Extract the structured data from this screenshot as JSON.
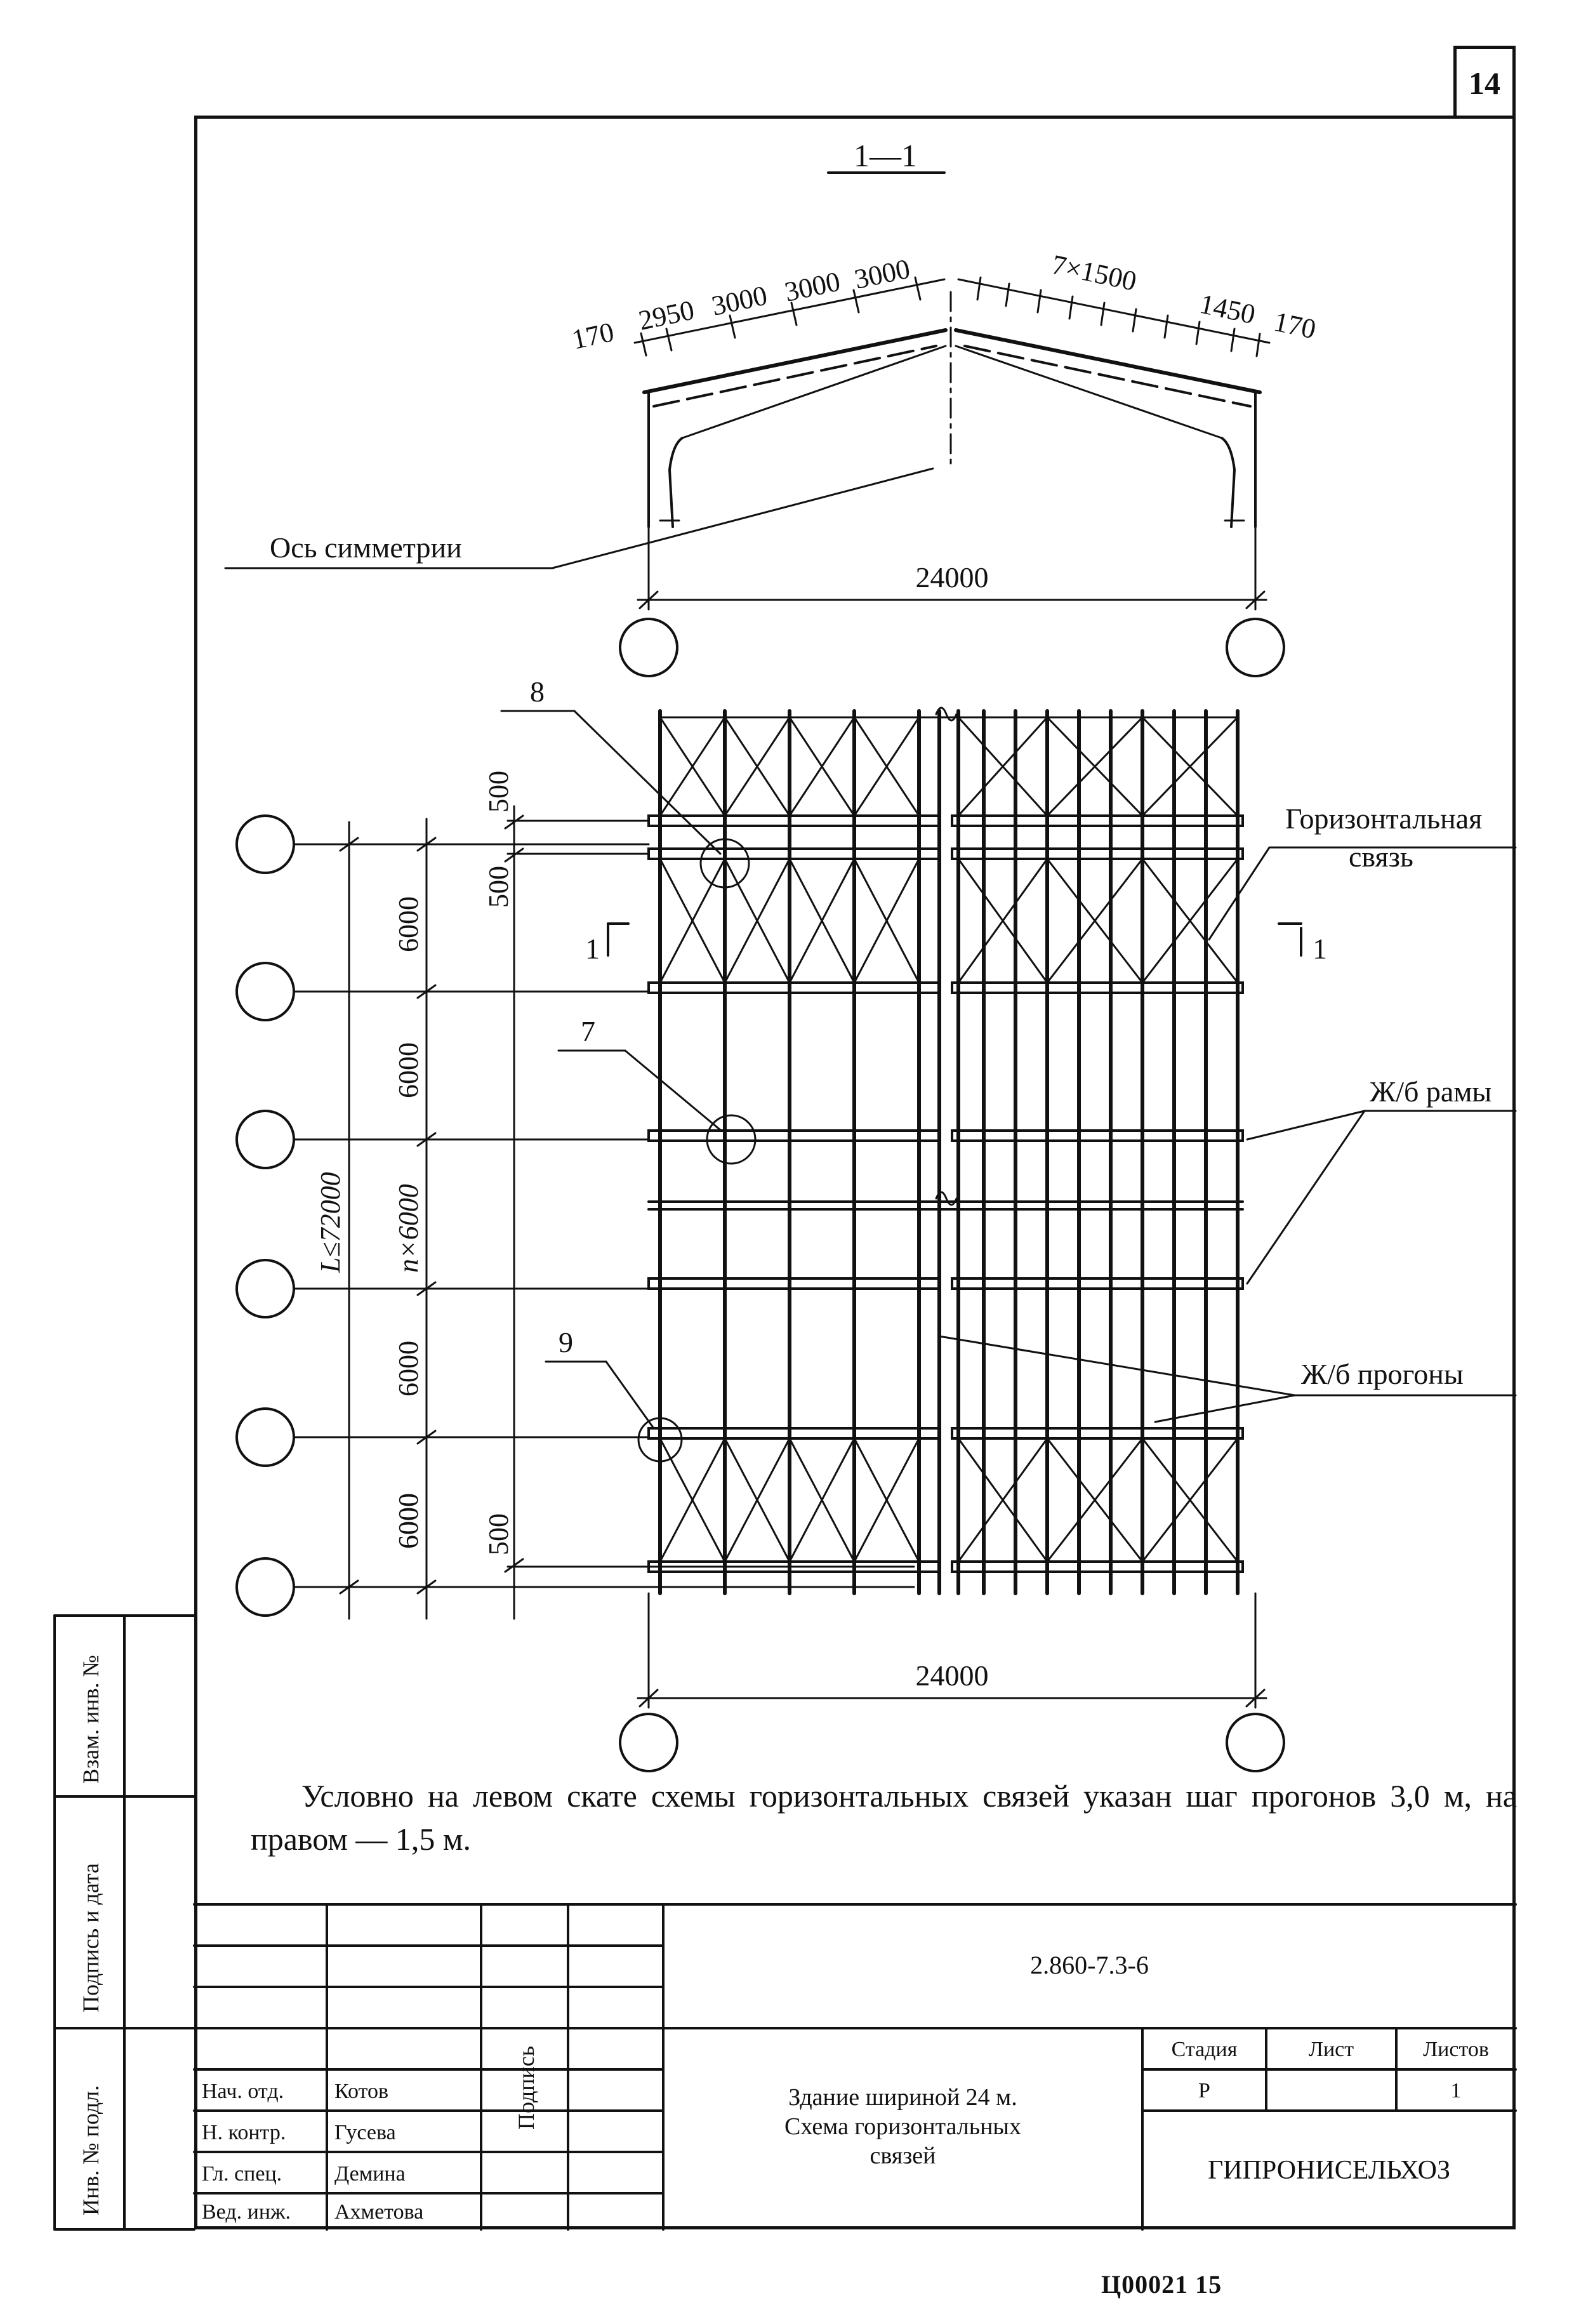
{
  "page_number": "14",
  "section": {
    "title": "1—1",
    "left_slope_dims": [
      "170",
      "2950",
      "3000",
      "3000",
      "3000"
    ],
    "right_slope_dims": [
      "7×1500",
      "1450",
      "170"
    ],
    "span": "24000",
    "symmetry_axis_label": "Ось симметрии"
  },
  "plan": {
    "callouts": [
      "8",
      "7",
      "9"
    ],
    "bay_dims": [
      "6000",
      "6000",
      "6000",
      "6000"
    ],
    "edge_dims": [
      "500",
      "500",
      "500"
    ],
    "n_dim": "n×6000",
    "l_dim": "L≤72000",
    "span": "24000",
    "cut_mark": "1",
    "labels": {
      "horizontal_bracing": [
        "Горизонтальная",
        "связь"
      ],
      "frames": "Ж/б рамы",
      "purlins": "Ж/б прогоны"
    }
  },
  "note": "Условно на левом скате схемы горизонтальных связей указан шаг прогонов 3,0 м, на правом — 1,5 м.",
  "title_block": {
    "doc_code": "2.860-7.3-6",
    "signature_header": "Подпись",
    "roles": [
      "Нач. отд.",
      "Н. контр.",
      "Гл. спец.",
      "Вед. инж."
    ],
    "names": [
      "Котов",
      "Гусева",
      "Демина",
      "Ахметова"
    ],
    "title_lines": [
      "Здание шириной 24 м.",
      "Схема горизонтальных",
      "связей"
    ],
    "stage_header": "Стадия",
    "sheet_header": "Лист",
    "sheets_header": "Листов",
    "stage": "Р",
    "sheets": "1",
    "organization": "ГИПРОНИСЕЛЬХОЗ"
  },
  "side_stamp": [
    "Взам. инв. №",
    "Подпись и дата",
    "Инв. № подл."
  ],
  "footer_code": "Ц00021   15"
}
